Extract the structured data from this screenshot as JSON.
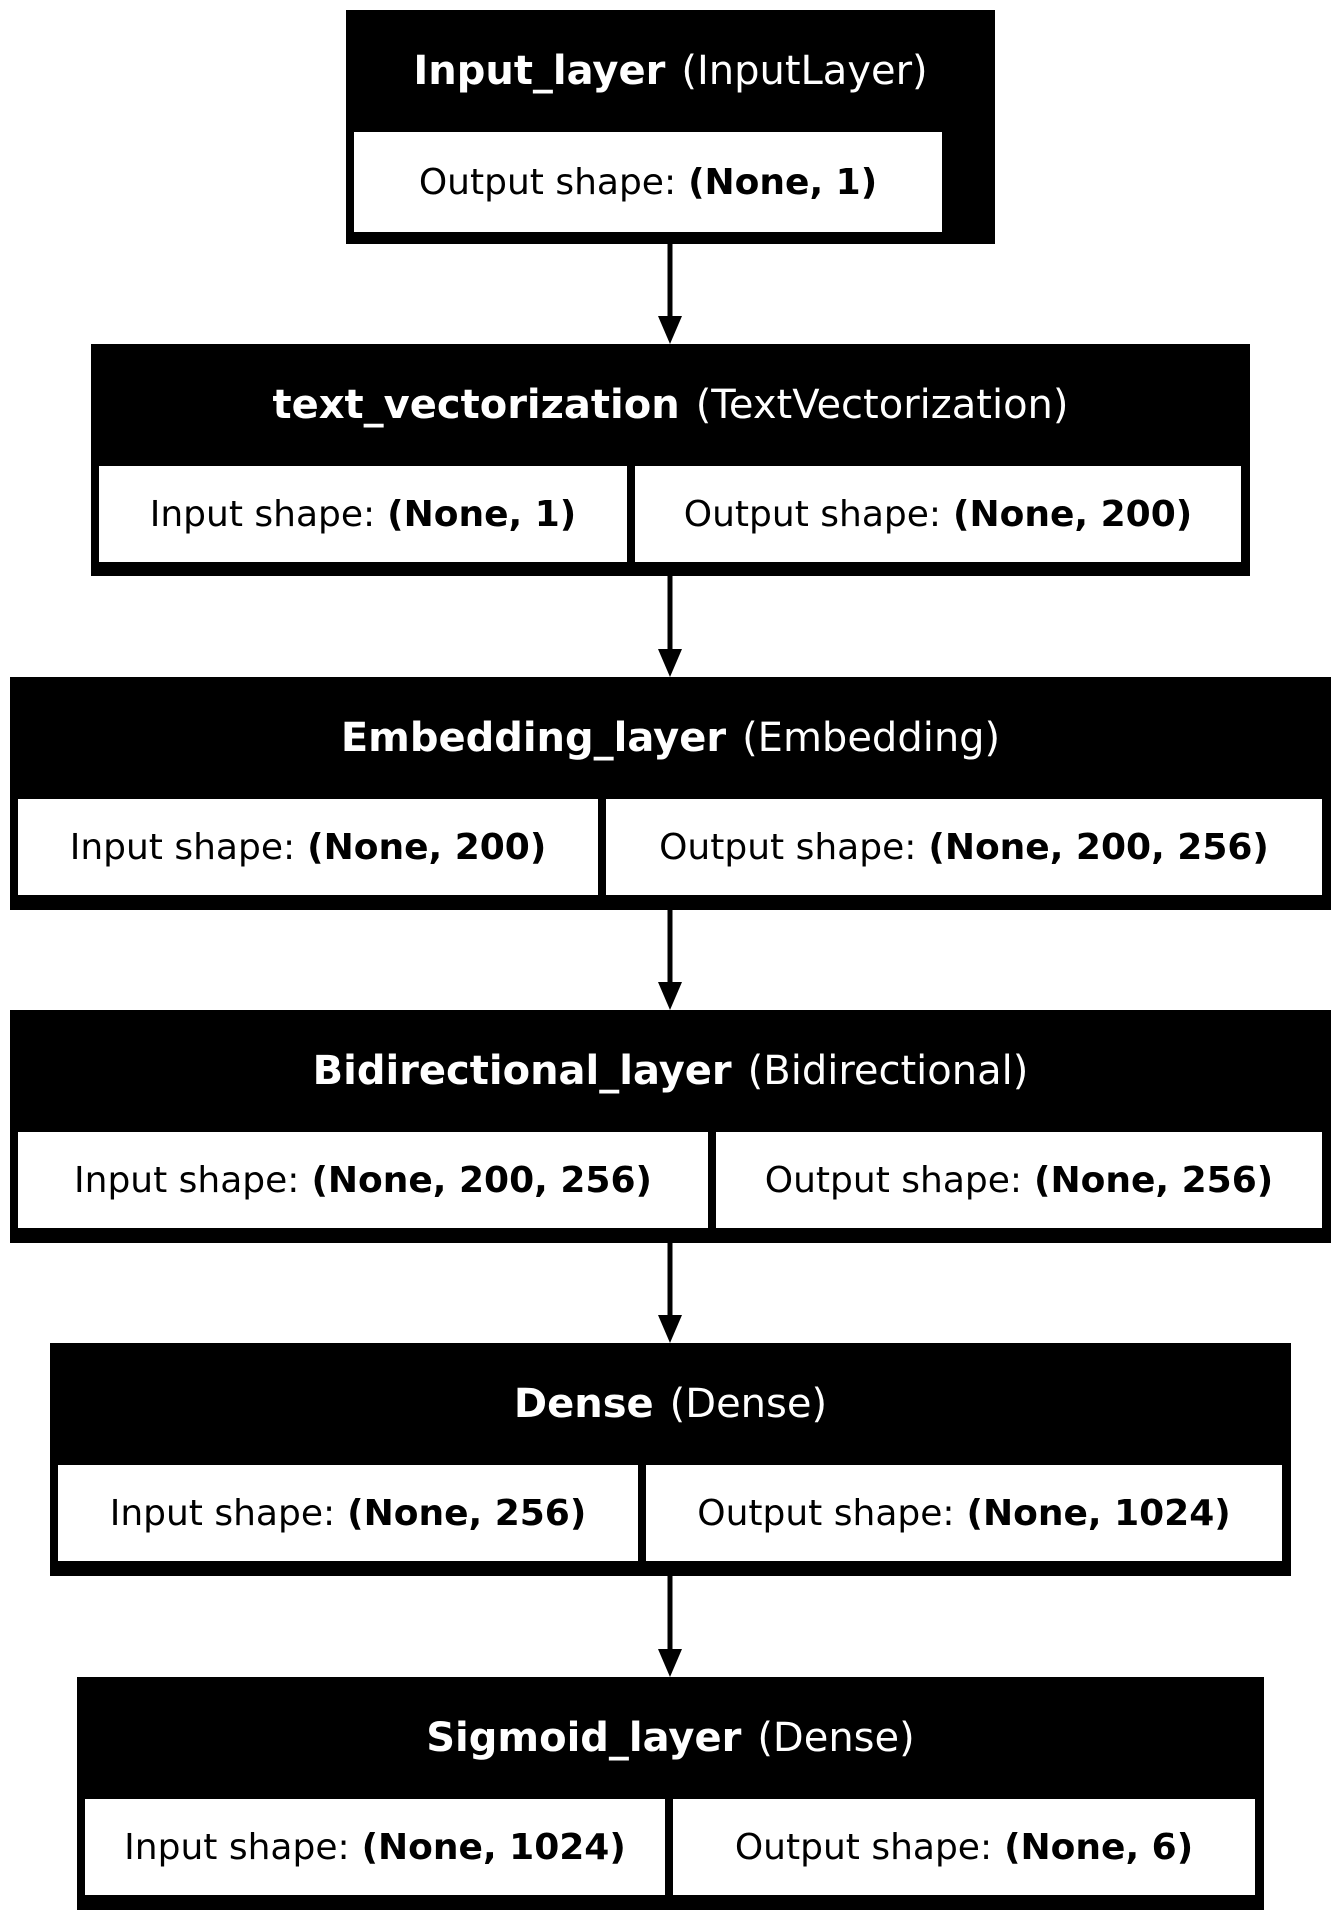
{
  "labels": {
    "input_shape": "Input shape:",
    "output_shape": "Output shape:"
  },
  "layers": [
    {
      "name": "Input_layer",
      "type": "(InputLayer)",
      "output_shape": "(None, 1)"
    },
    {
      "name": "text_vectorization",
      "type": "(TextVectorization)",
      "input_shape": "(None, 1)",
      "output_shape": "(None, 200)"
    },
    {
      "name": "Embedding_layer",
      "type": "(Embedding)",
      "input_shape": "(None, 200)",
      "output_shape": "(None, 200, 256)"
    },
    {
      "name": "Bidirectional_layer",
      "type": "(Bidirectional)",
      "input_shape": "(None, 200, 256)",
      "output_shape": "(None, 256)"
    },
    {
      "name": "Dense",
      "type": "(Dense)",
      "input_shape": "(None, 256)",
      "output_shape": "(None, 1024)"
    },
    {
      "name": "Sigmoid_layer",
      "type": "(Dense)",
      "input_shape": "(None, 1024)",
      "output_shape": "(None, 6)"
    }
  ]
}
